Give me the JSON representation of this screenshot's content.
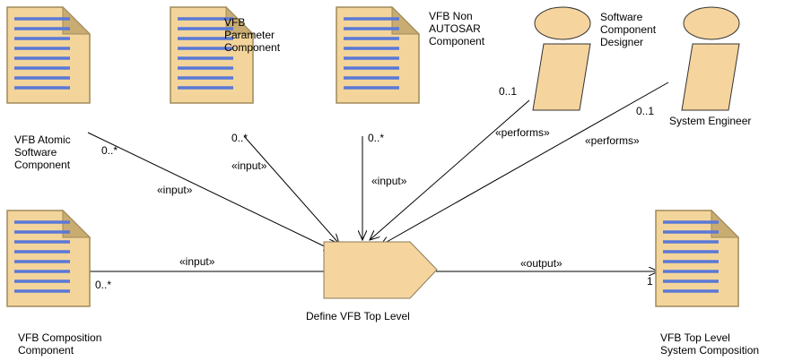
{
  "colors": {
    "doc_fill": "#f3d59b",
    "doc_border": "#a08a5a",
    "doc_fold": "#c9ac72",
    "doc_lines": "#5b78d6",
    "actor_fill": "#f6d49e",
    "actor_border": "#333333",
    "task_fill": "#f6d49e",
    "edge": "#000000"
  },
  "nodes": {
    "atomic": {
      "name": "VFB Atomic Software Component",
      "lines": [
        "VFB Atomic",
        "Software",
        "Component"
      ]
    },
    "parameter": {
      "name": "VFB Parameter Component",
      "lines": [
        "VFB",
        "Parameter",
        "Component"
      ]
    },
    "non_autosar": {
      "name": "VFB Non AUTOSAR Component",
      "lines": [
        "VFB Non",
        "AUTOSAR",
        "Component"
      ]
    },
    "composition": {
      "name": "VFB Composition Component",
      "lines": [
        "VFB Composition",
        "Component"
      ]
    },
    "designer": {
      "name": "Software Component Designer",
      "lines": [
        "Software",
        "Component",
        "Designer"
      ]
    },
    "engineer": {
      "name": "System Engineer",
      "lines": [
        "System Engineer"
      ]
    },
    "task": {
      "name": "Define VFB Top Level",
      "lines": [
        "Define VFB Top Level"
      ]
    },
    "output": {
      "name": "VFB Top Level System Composition",
      "lines": [
        "VFB Top Level",
        "System Composition"
      ]
    }
  },
  "edges": {
    "atomic": {
      "stereotype": "«input»",
      "multiplicity": "0..*"
    },
    "parameter": {
      "stereotype": "«input»",
      "multiplicity": "0..*"
    },
    "non_autosar": {
      "stereotype": "«input»",
      "multiplicity": "0..*"
    },
    "composition": {
      "stereotype": "«input»",
      "multiplicity": "0..*"
    },
    "designer": {
      "stereotype": "«performs»",
      "multiplicity": "0..1"
    },
    "engineer": {
      "stereotype": "«performs»",
      "multiplicity": "0..1"
    },
    "output": {
      "stereotype": "«output»",
      "multiplicity": "1"
    }
  }
}
